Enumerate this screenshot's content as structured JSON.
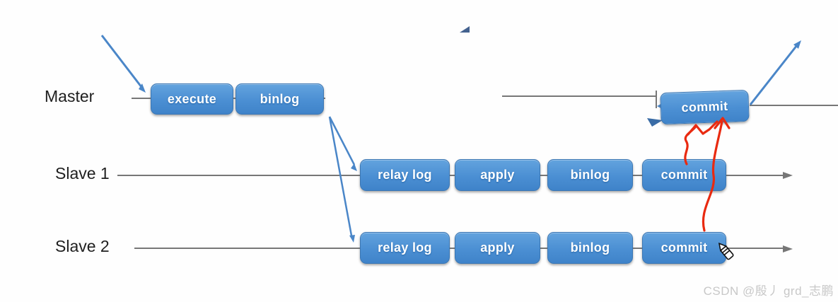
{
  "rows": [
    {
      "id": "master",
      "label": "Master",
      "boxes": [
        {
          "id": "execute",
          "label": "execute"
        },
        {
          "id": "binlog",
          "label": "binlog"
        },
        {
          "id": "commit",
          "label": "commit"
        }
      ]
    },
    {
      "id": "slave1",
      "label": "Slave 1",
      "boxes": [
        {
          "id": "relay-log",
          "label": "relay log"
        },
        {
          "id": "apply",
          "label": "apply"
        },
        {
          "id": "binlog",
          "label": "binlog"
        },
        {
          "id": "commit",
          "label": "commit"
        }
      ]
    },
    {
      "id": "slave2",
      "label": "Slave 2",
      "boxes": [
        {
          "id": "relay-log",
          "label": "relay log"
        },
        {
          "id": "apply",
          "label": "apply"
        },
        {
          "id": "binlog",
          "label": "binlog"
        },
        {
          "id": "commit",
          "label": "commit"
        }
      ]
    }
  ],
  "watermark": {
    "text": "CSDN @殷丿 grd_志鹏"
  },
  "colors": {
    "node_blue": "#4b8fd3",
    "node_border": "#3b77b4",
    "timeline_gray": "#777777",
    "arrow_blue": "#4a86c8",
    "annotation_red": "#e92a10",
    "label_dark": "#1f1f1f",
    "watermark_gray": "#c8c8c8"
  }
}
